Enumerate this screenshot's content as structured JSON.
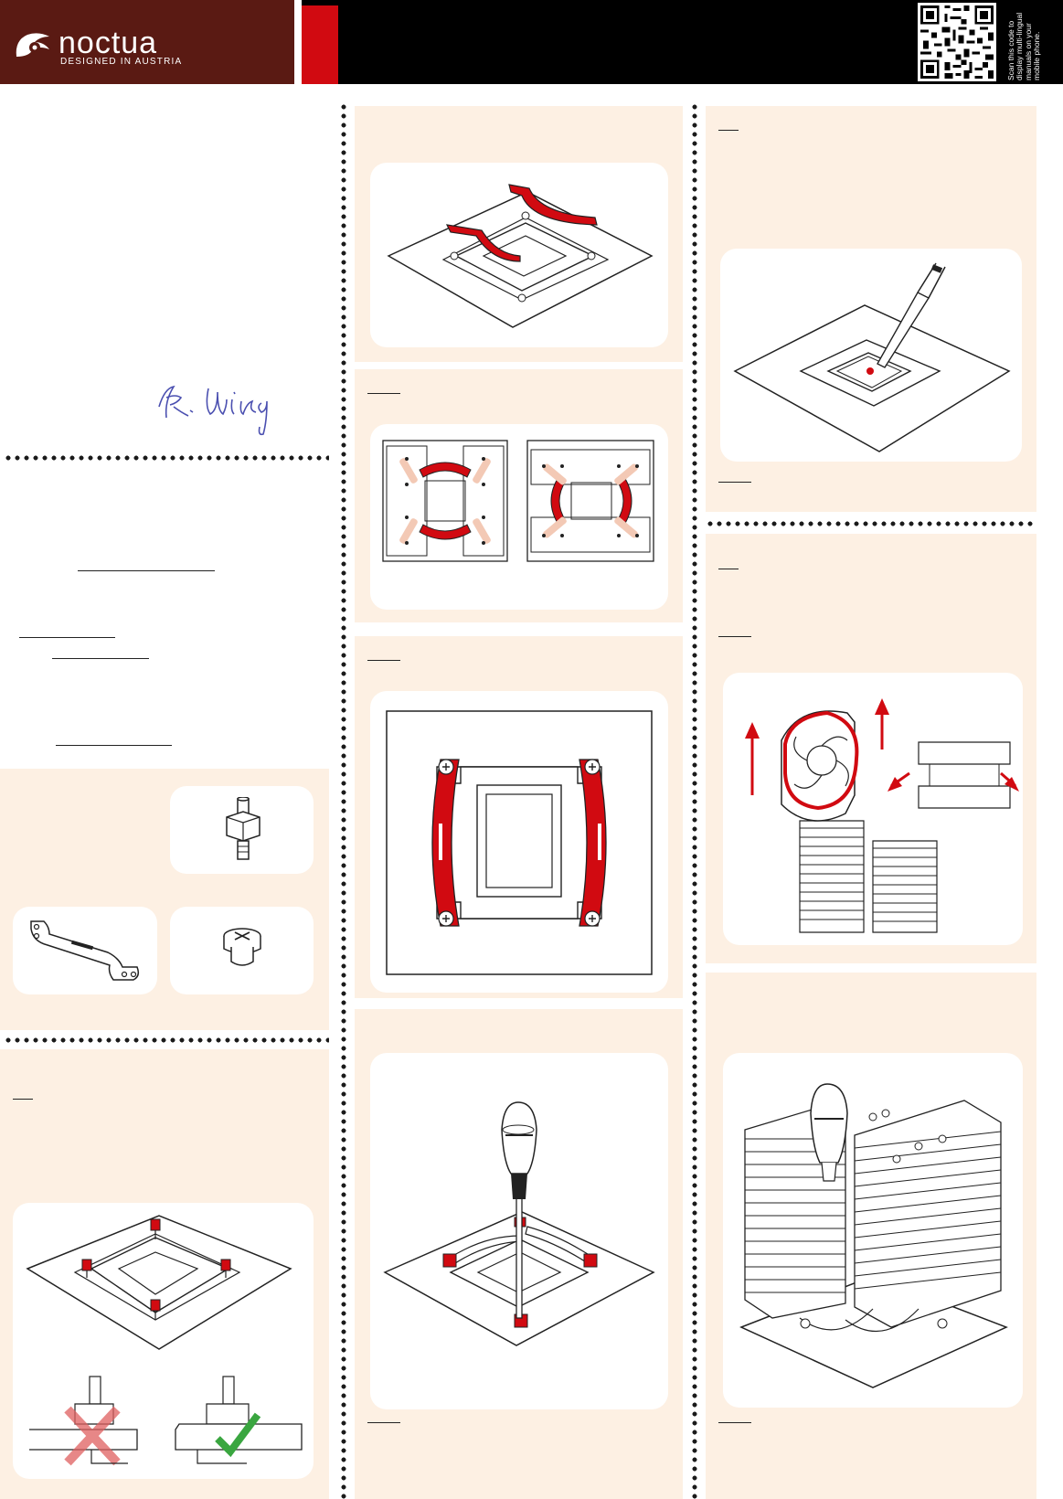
{
  "header": {
    "brand_name": "noctua",
    "brand_tagline": "DESIGNED IN AUSTRIA",
    "qr_hint": "Scan this code to display multi-lingual manuals on your mobile phone.",
    "colors": {
      "brand_bg": "#5a1a13",
      "accent_red": "#d10a11",
      "bar_black": "#000000",
      "panel_cream": "#fdf0e3"
    }
  },
  "signature": {
    "icon": "signature-icon"
  },
  "parts": {
    "icons": [
      "standoff-icon",
      "mounting-bar-icon",
      "thumb-nut-icon"
    ]
  }
}
